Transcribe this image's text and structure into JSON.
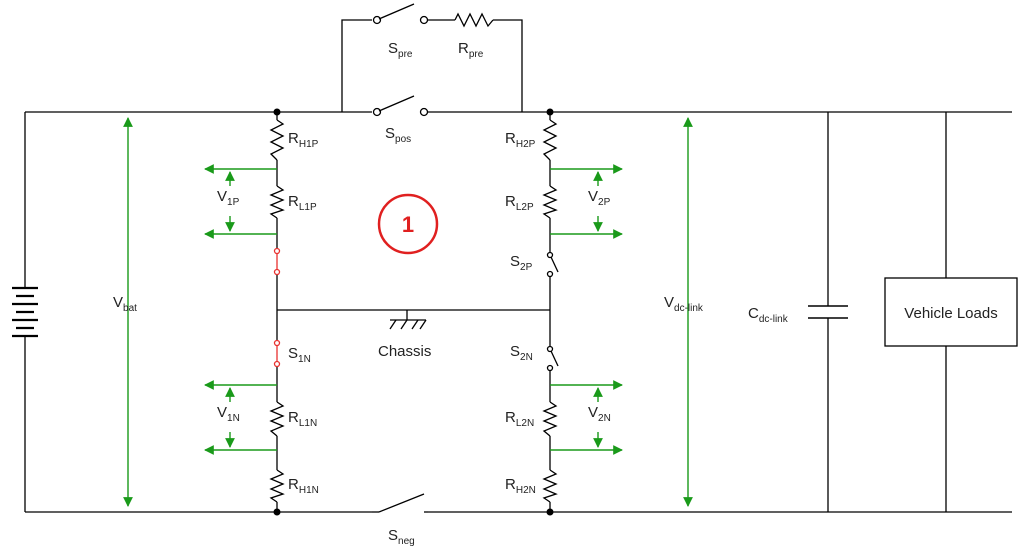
{
  "labels": {
    "spre": [
      "S",
      "pre"
    ],
    "rpre": [
      "R",
      "pre"
    ],
    "spos": [
      "S",
      "pos"
    ],
    "sneg": [
      "S",
      "neg"
    ],
    "rh1p": [
      "R",
      "H1P"
    ],
    "rl1p": [
      "R",
      "L1P"
    ],
    "v1p": [
      "V",
      "1P"
    ],
    "s1n": [
      "S",
      "1N"
    ],
    "v1n": [
      "V",
      "1N"
    ],
    "rl1n": [
      "R",
      "L1N"
    ],
    "rh1n": [
      "R",
      "H1N"
    ],
    "rh2p": [
      "R",
      "H2P"
    ],
    "rl2p": [
      "R",
      "L2P"
    ],
    "v2p": [
      "V",
      "2P"
    ],
    "s2p": [
      "S",
      "2P"
    ],
    "s2n": [
      "S",
      "2N"
    ],
    "v2n": [
      "V",
      "2N"
    ],
    "rl2n": [
      "R",
      "L2N"
    ],
    "rh2n": [
      "R",
      "H2N"
    ],
    "vbat": [
      "V",
      "bat"
    ],
    "vdc": [
      "V",
      "dc-link"
    ],
    "cdc": [
      "C",
      "dc-link"
    ],
    "chassis": "Chassis",
    "loads": "Vehicle Loads",
    "marker": "1"
  },
  "colors": {
    "wire": "#000000",
    "measure": "#1a9a1a",
    "fault": "#e8312f",
    "marker": "#e02020"
  }
}
